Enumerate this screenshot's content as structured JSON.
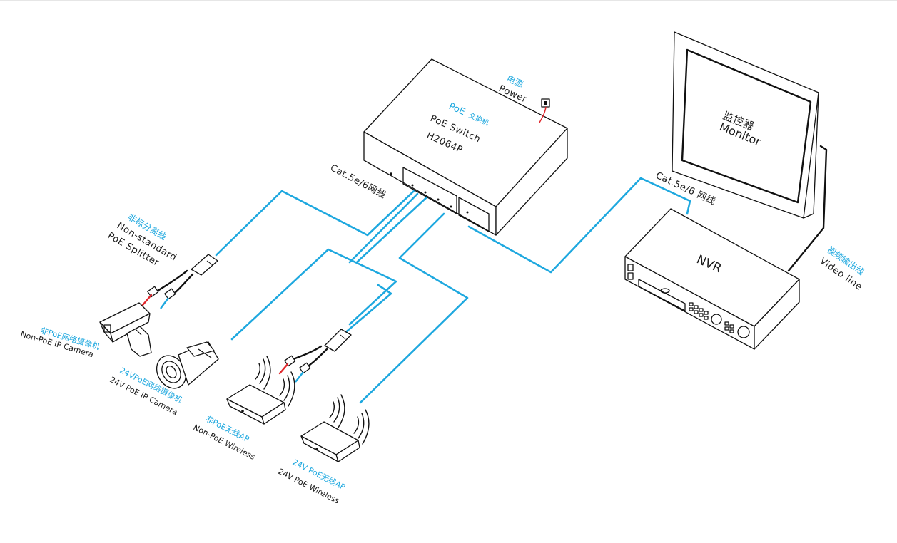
{
  "switch": {
    "label_cn_prefix": "PoE",
    "label_cn": "交换机",
    "label_en": "PoE Switch",
    "model": "H2064P"
  },
  "power": {
    "label_cn": "电源",
    "label_en": "Power"
  },
  "monitor": {
    "label_cn": "监控器",
    "label_en": "Monitor"
  },
  "nvr": {
    "label": "NVR"
  },
  "video_line": {
    "label_cn": "视频输出线",
    "label_en": "Video line"
  },
  "cable_left": {
    "label": "Cat.5e/6网线"
  },
  "cable_right": {
    "label": "Cat.5e/6 网线"
  },
  "splitter": {
    "label_cn": "非标分离线",
    "label_en_1": "Non-standard",
    "label_en_2": "PoE Splitter"
  },
  "devices": [
    {
      "label_cn": "非PoE网络摄像机",
      "label_en": "Non-PoE IP Camera"
    },
    {
      "label_cn": "24VPoE网络摄像机",
      "label_en": "24V PoE IP Camera"
    },
    {
      "label_cn": "非PoE无线AP",
      "label_en": "Non-PoE  Wireless"
    },
    {
      "label_cn": "24V PoE无线AP",
      "label_en": "24V PoE Wireless"
    }
  ],
  "colors": {
    "cable": "#1ea8df",
    "accent_text": "#1ea8df",
    "dc_wire": "#e0262b",
    "line": "#111111"
  }
}
